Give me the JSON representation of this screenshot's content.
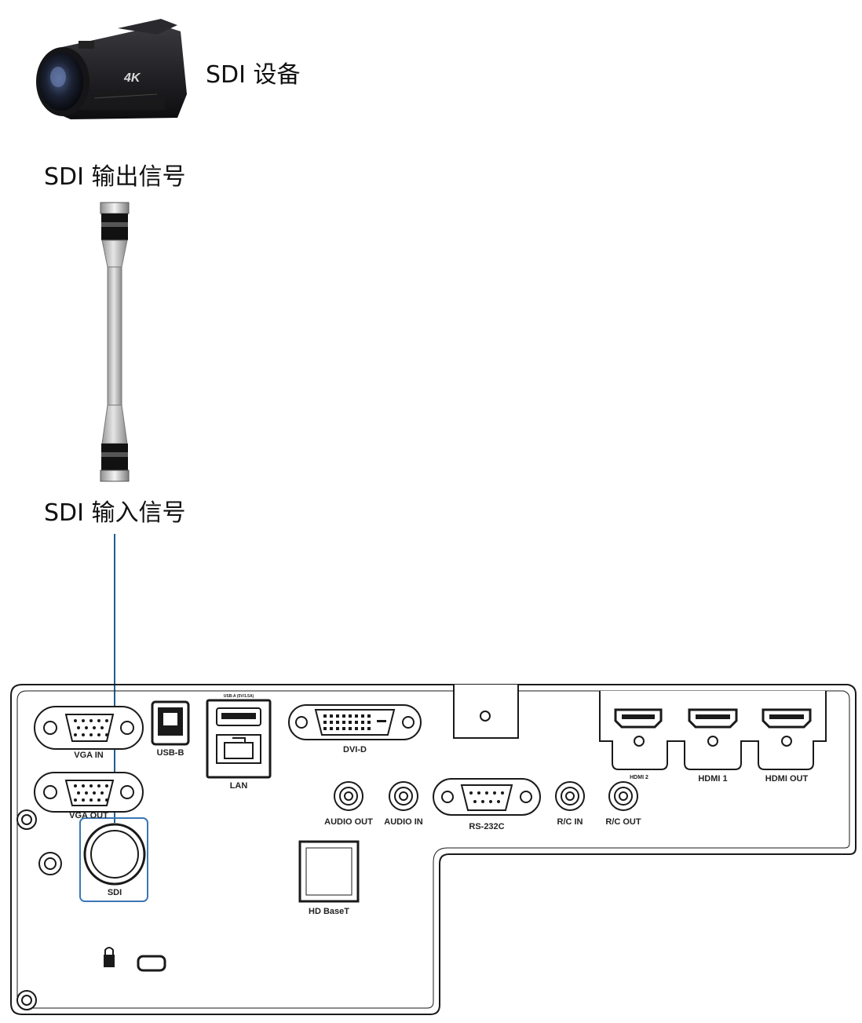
{
  "labels": {
    "device": "SDI 设备",
    "output_signal": "SDI 输出信号",
    "input_signal": "SDI 输入信号"
  },
  "camera": {
    "badge": "4K",
    "icon": "camcorder-icon"
  },
  "panel": {
    "ports": {
      "vga_in": "VGA IN",
      "vga_out": "VGA OUT",
      "usb_b": "USB-B",
      "usb_a": "USB-A (5V/1.5A)",
      "lan": "LAN",
      "dvi_d": "DVI-D",
      "hdmi_2": "HDMI 2",
      "hdmi_1": "HDMI 1",
      "hdmi_out": "HDMI OUT",
      "audio_out": "AUDIO OUT",
      "audio_in": "AUDIO IN",
      "rs232c": "RS-232C",
      "rc_in": "R/C IN",
      "rc_out": "R/C OUT",
      "sdi": "SDI",
      "hdbaset": "HD BaseT"
    }
  },
  "colors": {
    "highlight": "#3b77b5",
    "lead_line": "#1f5f8f",
    "panel_stroke": "#1a1a1a",
    "cable_grey": "#c9c9c9"
  }
}
